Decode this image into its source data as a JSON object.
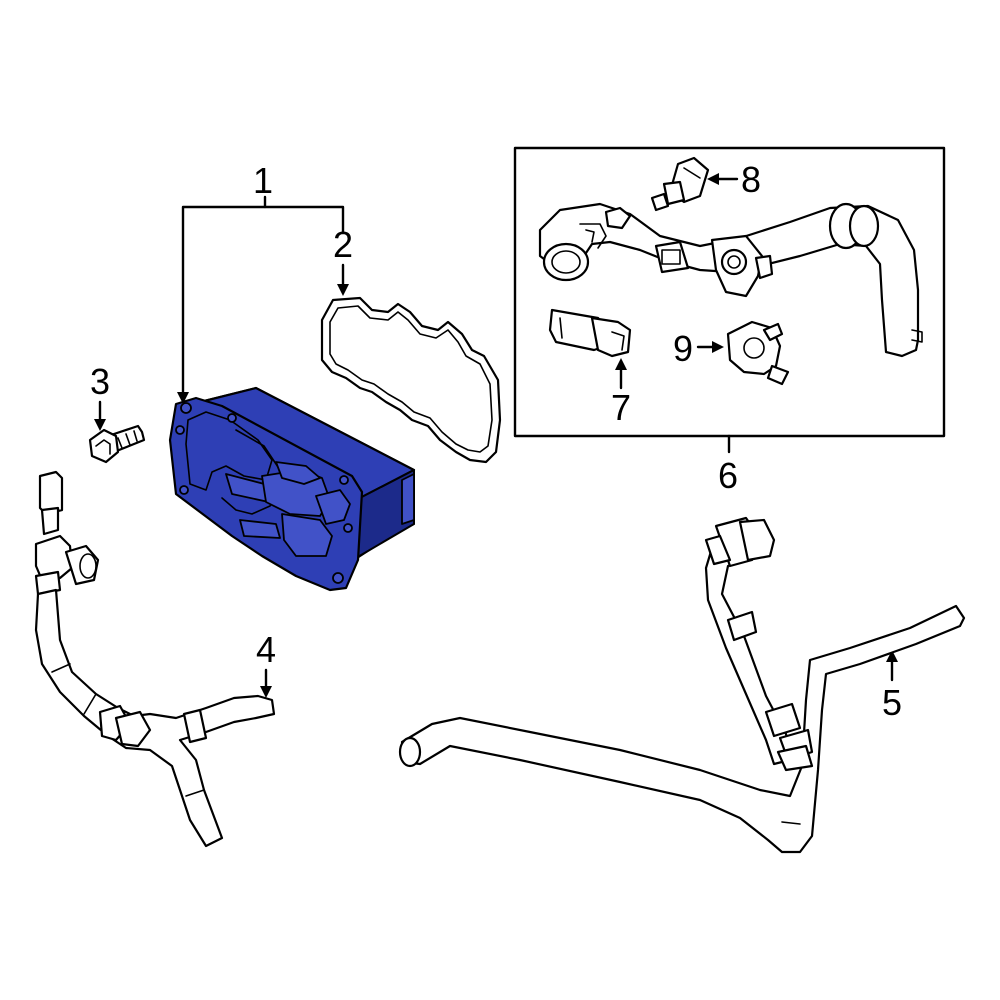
{
  "diagram": {
    "callouts": [
      {
        "id": "1",
        "label": "1"
      },
      {
        "id": "2",
        "label": "2"
      },
      {
        "id": "3",
        "label": "3"
      },
      {
        "id": "4",
        "label": "4"
      },
      {
        "id": "5",
        "label": "5"
      },
      {
        "id": "6",
        "label": "6"
      },
      {
        "id": "7",
        "label": "7"
      },
      {
        "id": "8",
        "label": "8"
      },
      {
        "id": "9",
        "label": "9"
      }
    ],
    "highlight_color": "#2e3fb5",
    "line_color": "#000000",
    "background_color": "#ffffff"
  }
}
